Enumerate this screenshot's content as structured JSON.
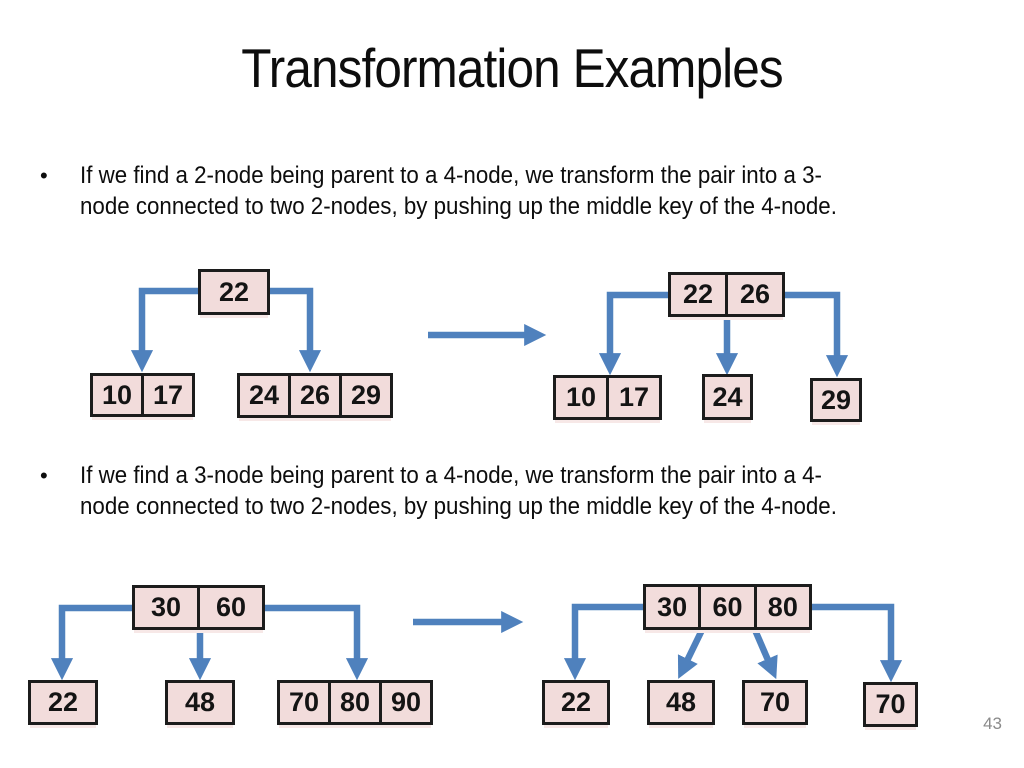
{
  "slide": {
    "title": "Transformation Examples",
    "page_number": "43"
  },
  "bullets": [
    {
      "marker": "•",
      "lines": [
        "If we find a 2-node being parent to a 4-node, we transform the pair into a 3-",
        "node connected to two 2-nodes, by pushing up the middle key of the 4-node."
      ]
    },
    {
      "marker": "•",
      "lines": [
        "If we find a 3-node being parent to a 4-node, we transform the pair into a 4-",
        "node connected to two 2-nodes, by pushing up the middle key of the 4-node."
      ]
    }
  ],
  "diagrams": [
    {
      "root": [
        "22"
      ],
      "children": [
        [
          "10",
          "17"
        ],
        [
          "24",
          "26",
          "29"
        ]
      ]
    },
    {
      "root": [
        "22",
        "26"
      ],
      "children": [
        [
          "10",
          "17"
        ],
        [
          "24"
        ],
        [
          "29"
        ]
      ]
    },
    {
      "root": [
        "30",
        "60"
      ],
      "children": [
        [
          "22"
        ],
        [
          "48"
        ],
        [
          "70",
          "80",
          "90"
        ]
      ]
    },
    {
      "root": [
        "30",
        "60",
        "80"
      ],
      "children": [
        [
          "22"
        ],
        [
          "48"
        ],
        [
          "70"
        ],
        [
          "70"
        ]
      ]
    }
  ],
  "colors": {
    "node_fill": "#f2dcdb",
    "node_border": "#1c1c1c",
    "arrow_blue": "#4f81bd",
    "text": "#111111",
    "page_number": "#8a8a8a"
  }
}
